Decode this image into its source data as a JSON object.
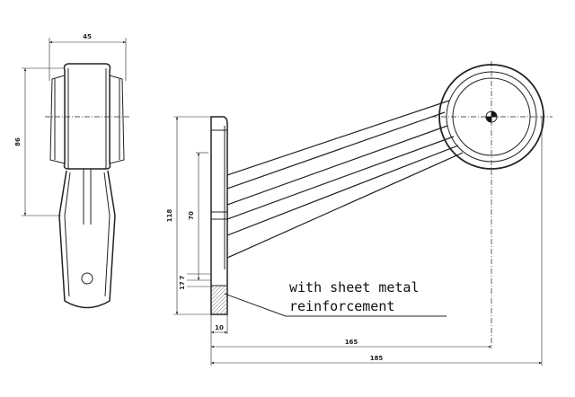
{
  "title": "Side marker lamp on bracket arm - dimension drawing",
  "dimensions": {
    "front_width": "45",
    "front_height": "86",
    "plate_height": "118",
    "hole_distance": "70",
    "small_a": "7",
    "small_b": "17",
    "plate_thickness": "10",
    "reach_center": "165",
    "reach_total": "185"
  },
  "note": {
    "line1": "with sheet metal",
    "line2": "reinforcement"
  },
  "colors": {
    "line": "#222222",
    "hatch": "#888888"
  }
}
